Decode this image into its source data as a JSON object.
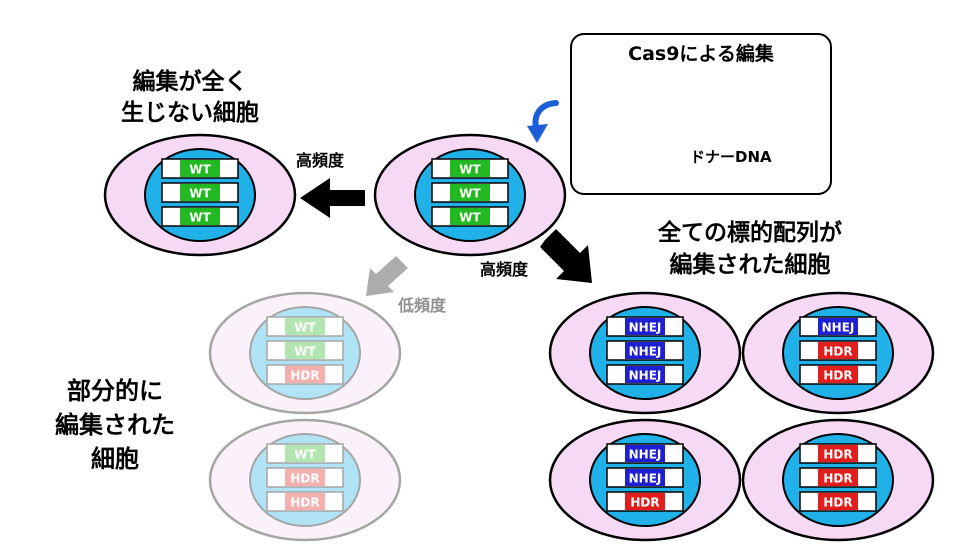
{
  "panel": {
    "title": "Cas9による編集",
    "donor_label": "ドナーDNA",
    "colors": {
      "cas9": "#2bb3e6",
      "arrow": "#1a5fd8"
    }
  },
  "labels": {
    "no_edit": [
      "編集が全く",
      "生じない細胞"
    ],
    "all_edit": [
      "全ての標的配列が",
      "編集された細胞"
    ],
    "partial_edit": [
      "部分的に",
      "編集された",
      "細胞"
    ]
  },
  "arrows": {
    "left": "高頻度",
    "down_right": "高頻度",
    "down_left": "低頻度"
  },
  "colors": {
    "cell_outer": "#f6d9f5",
    "cell_inner": "#1fb1e8",
    "WT": "#22b922",
    "NHEJ": "#1e1ed2",
    "HDR": "#e01e1e"
  },
  "cells": {
    "origin": [
      "WT",
      "WT",
      "WT"
    ],
    "no_edit": [
      "WT",
      "WT",
      "WT"
    ],
    "partial": [
      [
        "WT",
        "WT",
        "HDR"
      ],
      [
        "WT",
        "HDR",
        "HDR"
      ]
    ],
    "full": [
      [
        "NHEJ",
        "NHEJ",
        "NHEJ"
      ],
      [
        "NHEJ",
        "HDR",
        "HDR"
      ],
      [
        "NHEJ",
        "NHEJ",
        "HDR"
      ],
      [
        "HDR",
        "HDR",
        "HDR"
      ]
    ]
  }
}
